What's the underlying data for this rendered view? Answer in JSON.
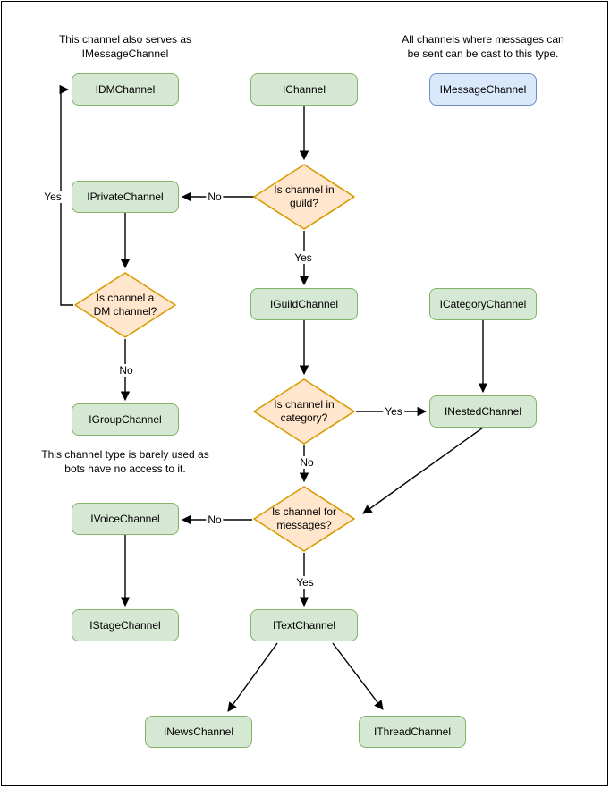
{
  "annotations": {
    "dm_note": {
      "line1": "This channel also serves as",
      "line2": "IMessageChannel"
    },
    "message_note": {
      "line1": "All channels where messages can",
      "line2": "be sent can be cast to this type."
    },
    "group_note": {
      "line1": "This channel type is barely used as",
      "line2": "bots have no access to it."
    }
  },
  "nodes": {
    "idm": "IDMChannel",
    "ichannel": "IChannel",
    "imessage": "IMessageChannel",
    "iprivate": "IPrivateChannel",
    "iguild": "IGuildChannel",
    "icategory": "ICategoryChannel",
    "igroup": "IGroupChannel",
    "inested": "INestedChannel",
    "ivoice": "IVoiceChannel",
    "istage": "IStageChannel",
    "itext": "ITextChannel",
    "inews": "INewsChannel",
    "ithread": "IThreadChannel"
  },
  "decisions": {
    "in_guild": {
      "line1": "Is channel in",
      "line2": "guild?"
    },
    "is_dm": {
      "line1": "Is channel a",
      "line2": "DM channel?"
    },
    "in_category": {
      "line1": "Is channel in",
      "line2": "category?"
    },
    "for_messages": {
      "line1": "Is channel for",
      "line2": "messages?"
    }
  },
  "edge_labels": {
    "guild_no": "No",
    "guild_yes": "Yes",
    "dm_yes": "Yes",
    "dm_no": "No",
    "category_yes": "Yes",
    "category_no": "No",
    "messages_no": "No",
    "messages_yes": "Yes"
  },
  "colors": {
    "node_fill": "#d5e8d4",
    "node_stroke": "#82b366",
    "decision_fill": "#ffe6cc",
    "decision_stroke": "#d79b00",
    "highlight_fill": "#dae8fc",
    "highlight_stroke": "#6c8ebf",
    "arrow": "#000000",
    "page_border": "#000000"
  }
}
